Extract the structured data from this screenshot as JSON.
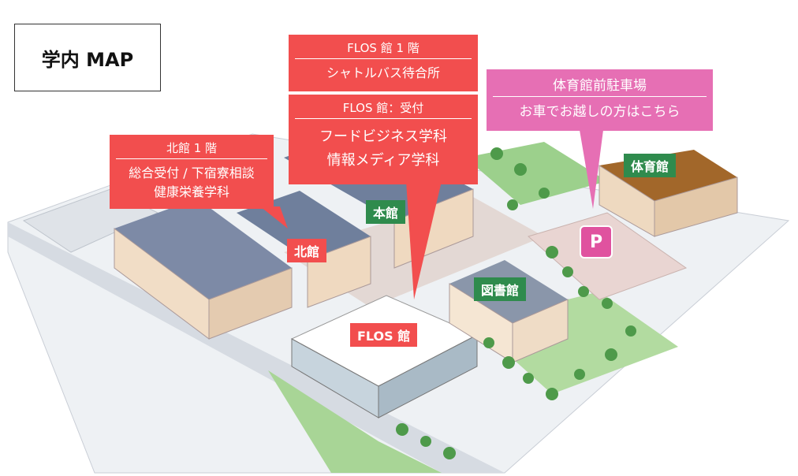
{
  "title": "学内 MAP",
  "callouts": {
    "flos1f": {
      "line1": "FLOS 館 1 階",
      "line2": "シャトルバス待合所"
    },
    "flos_reception": {
      "line1": "FLOS 館：受付",
      "line2": "フードビジネス学科",
      "line3": "情報メディア学科"
    },
    "north1f": {
      "line1": "北館 1 階",
      "line2": "総合受付 / 下宿寮相談",
      "line3": "健康栄養学科"
    },
    "gym_parking": {
      "line1": "体育館前駐車場",
      "line2": "お車でお越しの方はこちら"
    }
  },
  "labels": {
    "honkan": "本館",
    "kitakan": "北館",
    "flos": "FLOS 館",
    "toshokan": "図書館",
    "taiikukan": "体育館",
    "parking": "P"
  },
  "colors": {
    "callout_red": "#f24e4e",
    "callout_pink": "#e66fb4",
    "building_label_green": "#2f8b4d",
    "parking_pink": "#e0529f"
  }
}
